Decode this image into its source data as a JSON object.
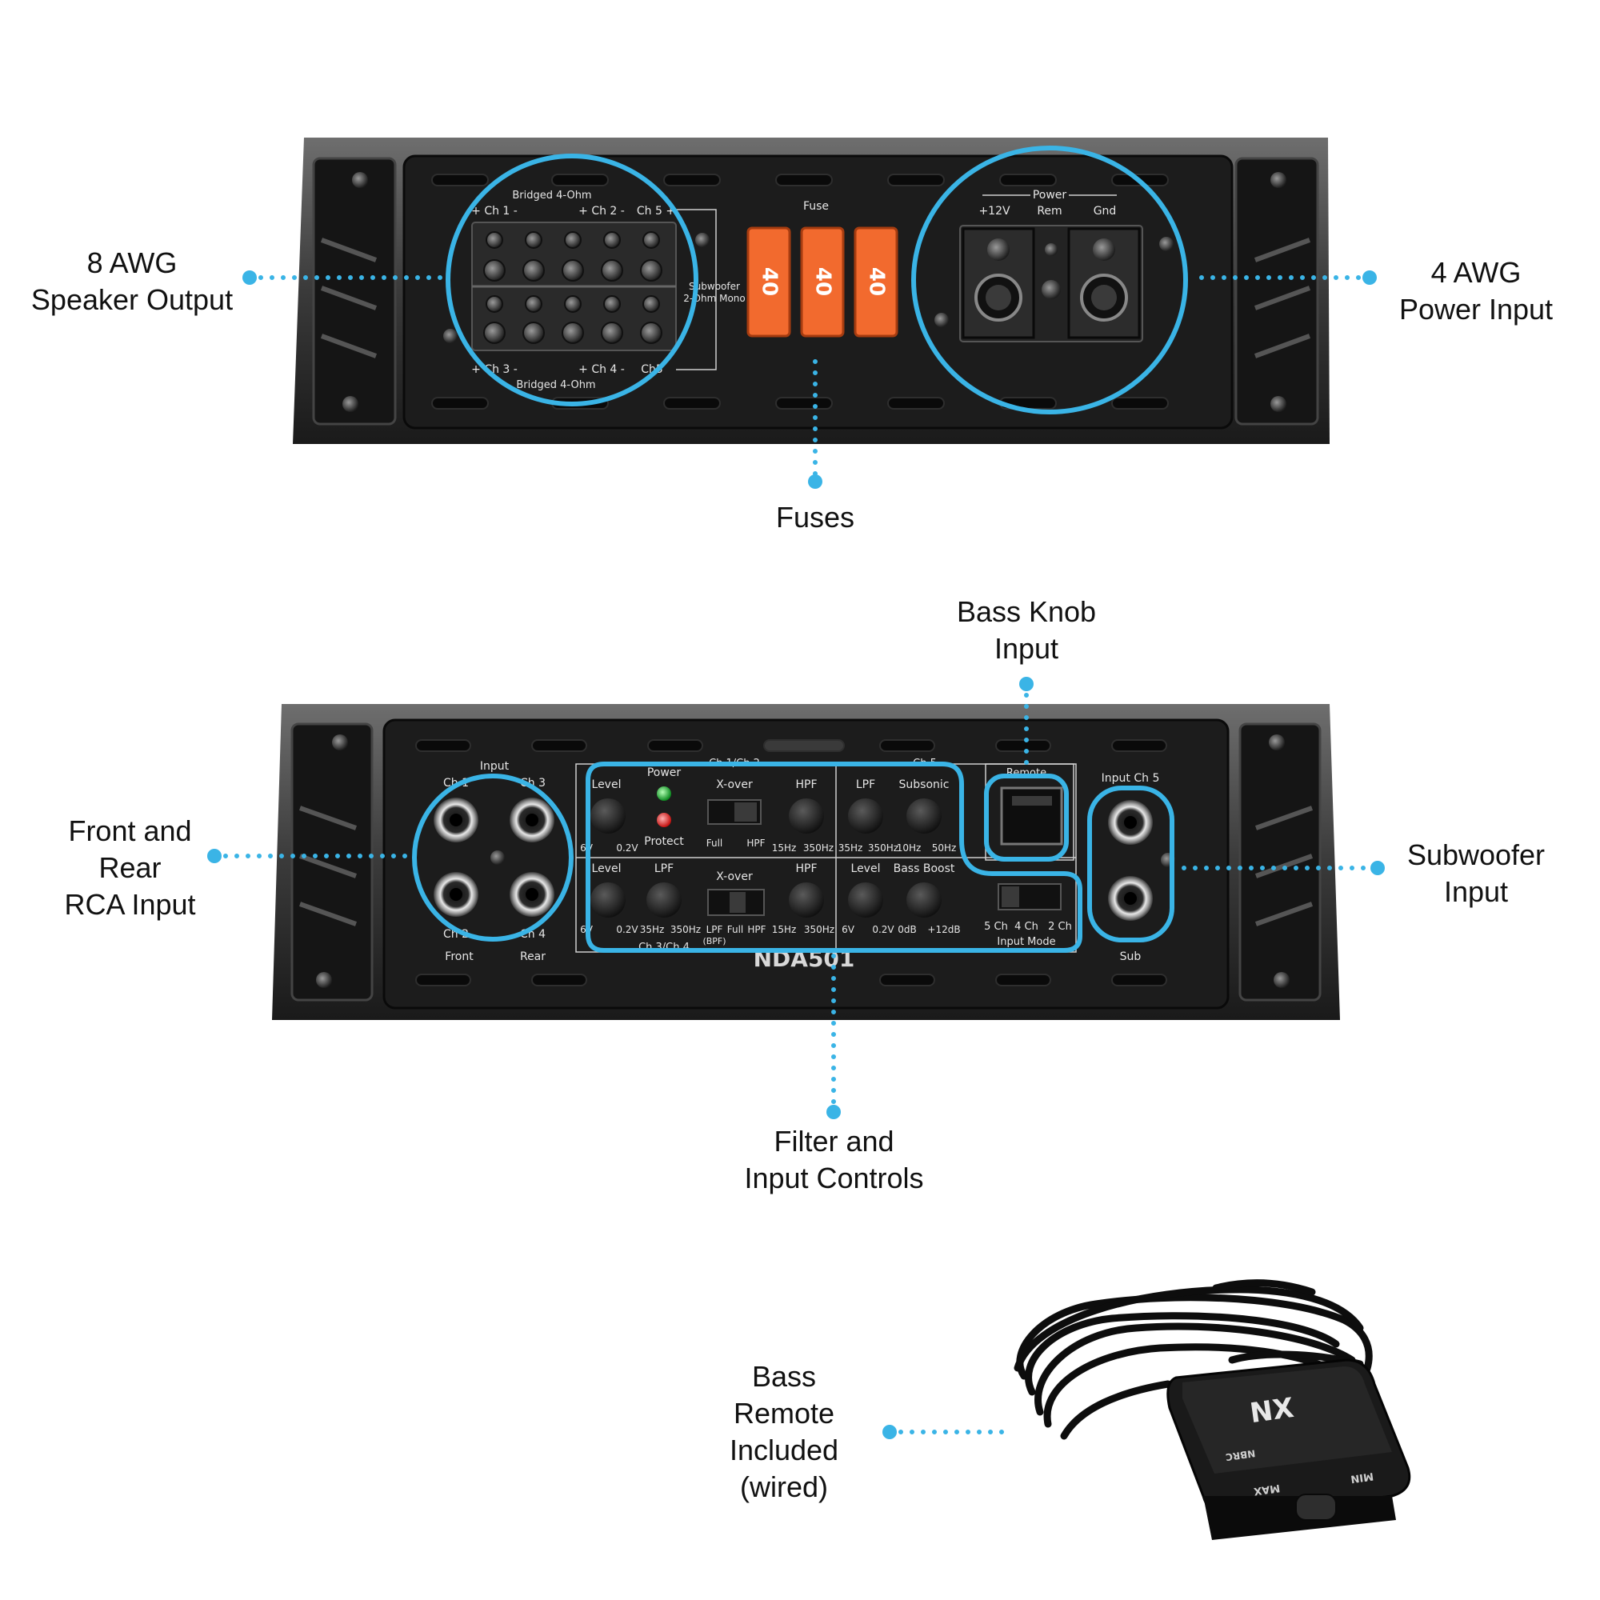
{
  "callouts": {
    "speaker_output": [
      "8 AWG",
      "Speaker Output"
    ],
    "power_input": [
      "4 AWG",
      "Power Input"
    ],
    "fuses": [
      "Fuses"
    ],
    "bass_knob_input": [
      "Bass Knob",
      "Input"
    ],
    "rca_input": [
      "Front and",
      "Rear",
      "RCA Input"
    ],
    "subwoofer_input": [
      "Subwoofer",
      "Input"
    ],
    "filter_controls": [
      "Filter and",
      "Input Controls"
    ],
    "bass_remote": [
      "Bass",
      "Remote",
      "Included",
      "(wired)"
    ]
  },
  "top_panel": {
    "bridged_top": "Bridged 4-Ohm",
    "ch1": "+ Ch 1 -",
    "ch2": "+ Ch 2 -",
    "ch5": "Ch 5 +",
    "subwoofer": "Subwoofer",
    "two_ohm_mono": "2-Ohm Mono",
    "ch3": "+ Ch 3 -",
    "ch4": "+ Ch 4 -",
    "ch5_low": "Ch5",
    "bridged_bottom": "Bridged 4-Ohm",
    "fuse": "Fuse",
    "fuse_values": [
      "40",
      "40",
      "40"
    ],
    "power": "Power",
    "plus12v": "+12V",
    "rem": "Rem",
    "gnd": "Gnd"
  },
  "bottom_panel": {
    "input": "Input",
    "ch1": "Ch 1",
    "ch3": "Ch 3",
    "ch2": "Ch 2",
    "ch4": "Ch 4",
    "front": "Front",
    "rear": "Rear",
    "power": "Power",
    "protect": "Protect",
    "ch12": "Ch 1/Ch 2",
    "ch5": "Ch 5",
    "ch34": "Ch 3/Ch 4",
    "row1": {
      "level": "Level",
      "level_min": "6V",
      "level_max": "0.2V",
      "xover": "X-over",
      "full": "Full",
      "hpf": "HPF",
      "hpf_knob": "HPF",
      "hpf_min": "15Hz",
      "hpf_max": "350Hz",
      "lpf": "LPF",
      "lpf_min": "35Hz",
      "lpf_max": "350Hz",
      "subsonic": "Subsonic",
      "sub_min": "10Hz",
      "sub_max": "50Hz"
    },
    "row2": {
      "level": "Level",
      "level_min": "6V",
      "level_max": "0.2V",
      "lpf": "LPF",
      "lpf_min": "35Hz",
      "lpf_max": "350Hz",
      "xover": "X-over",
      "lpf_bpf": "LPF",
      "bpf": "(BPF)",
      "full": "Full",
      "hpf": "HPF",
      "hpf_knob": "HPF",
      "hpf_min": "15Hz",
      "hpf_max": "350Hz",
      "level5": "Level",
      "level5_min": "6V",
      "level5_max": "0.2V",
      "bass_boost": "Bass Boost",
      "bb_min": "0dB",
      "bb_max": "+12dB"
    },
    "remote": "Remote",
    "input_mode_options": [
      "5 Ch",
      "4 Ch",
      "2 Ch"
    ],
    "input_mode": "Input Mode",
    "input_ch5": "Input Ch 5",
    "sub": "Sub",
    "model": "NDA501"
  },
  "remote_device": {
    "logo": "NX",
    "model": "NBRC",
    "min": "MIN",
    "max": "MAX"
  },
  "colors": {
    "accent": "#3ab4e6",
    "chassis": "#1b1b1b",
    "fuse": "#f26a2e"
  }
}
